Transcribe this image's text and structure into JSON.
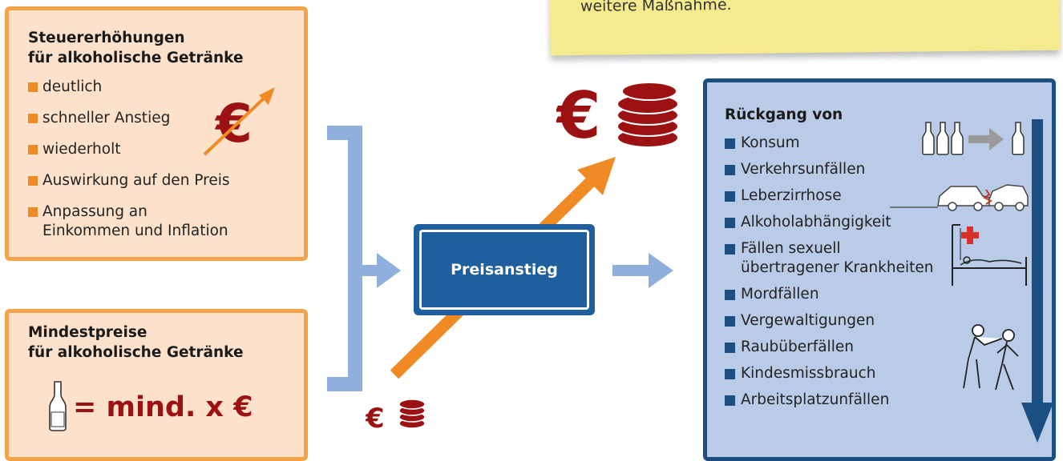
{
  "note": {
    "text": "weitere Maßnahme."
  },
  "tax_box": {
    "title_line1": "Steuererhöhungen",
    "title_line2": "für alkoholische Getränke",
    "items": [
      "deutlich",
      "schneller Anstieg",
      "wiederholt",
      "Auswirkung auf den Preis",
      "Anpassung an",
      "Einkommen und Inflation"
    ],
    "symbol": "€"
  },
  "minprice_box": {
    "title_line1": "Mindestpreise",
    "title_line2": "für alkoholische Getränke",
    "formula": "= mind. x €"
  },
  "center": {
    "label": "Preisanstieg",
    "small_euro": "€",
    "big_euro": "€"
  },
  "result_box": {
    "title": "Rückgang von",
    "items": [
      "Konsum",
      "Verkehrsunfällen",
      "Leberzirrhose",
      "Alkoholabhängigkeit",
      "Fällen sexuell",
      "übertragener Krankheiten",
      "Mordfällen",
      "Vergewaltigungen",
      "Raubüberfällen",
      "Kindesmissbrauch",
      "Arbeitsplatzunfällen"
    ]
  },
  "colors": {
    "orange": "#f08a24",
    "orange_border": "#f6a44c",
    "orange_fill": "#fde1cb",
    "dark_red": "#9c1212",
    "navy": "#1b4f82",
    "light_blue": "#b9cbe6",
    "bracket_blue": "#8fb0dc"
  },
  "icons": [
    "euro-up-arrow-icon",
    "bottle-icon",
    "coins-icon",
    "bottles-reduce-icon",
    "car-crash-icon",
    "hospital-bed-icon",
    "violence-icon",
    "down-arrow-icon"
  ]
}
